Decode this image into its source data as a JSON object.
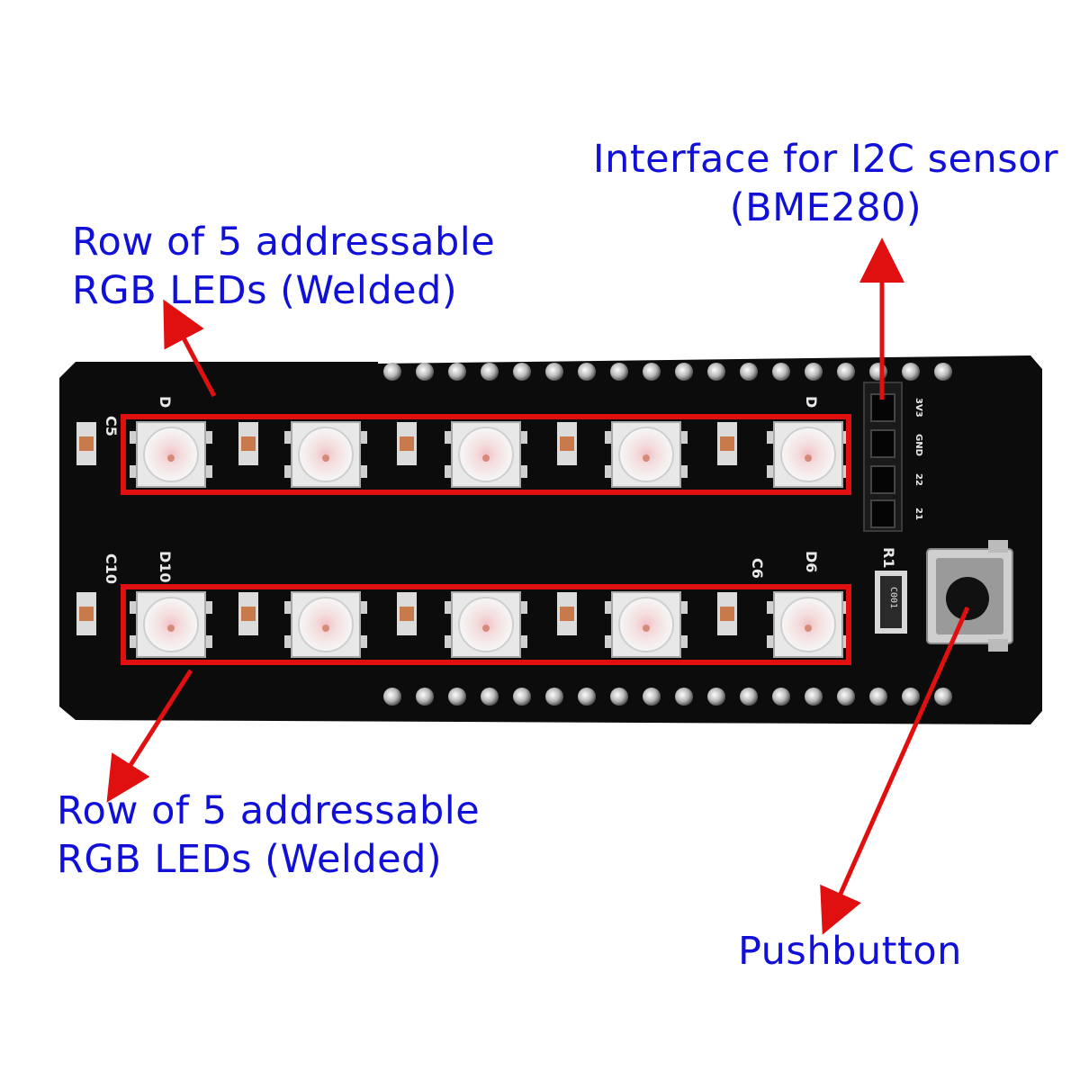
{
  "labels": {
    "i2c_line1": "Interface for I2C sensor",
    "i2c_line2": "(BME280)",
    "top_row_line1": "Row of 5 addressable",
    "top_row_line2": "RGB LEDs (Welded)",
    "bottom_row_line1": "Row of 5 addressable",
    "bottom_row_line2": "RGB LEDs (Welded)",
    "pushbutton": "Pushbutton"
  },
  "silkscreen": {
    "c5": "C5",
    "c10": "C10",
    "c6": "C6",
    "d_top_left": "D",
    "d_top_right": "D",
    "d10": "D10",
    "d6": "D6",
    "r1": "R1",
    "resistor_code": "C001",
    "header_pins": [
      "3V3",
      "GND",
      "22",
      "21"
    ]
  },
  "colors": {
    "label_text": "#1010d8",
    "arrow": "#e01010",
    "highlight_box": "#e01010",
    "board": "#0c0c0c"
  },
  "led_rows": [
    {
      "row": "top",
      "count": 5
    },
    {
      "row": "bottom",
      "count": 5
    }
  ]
}
